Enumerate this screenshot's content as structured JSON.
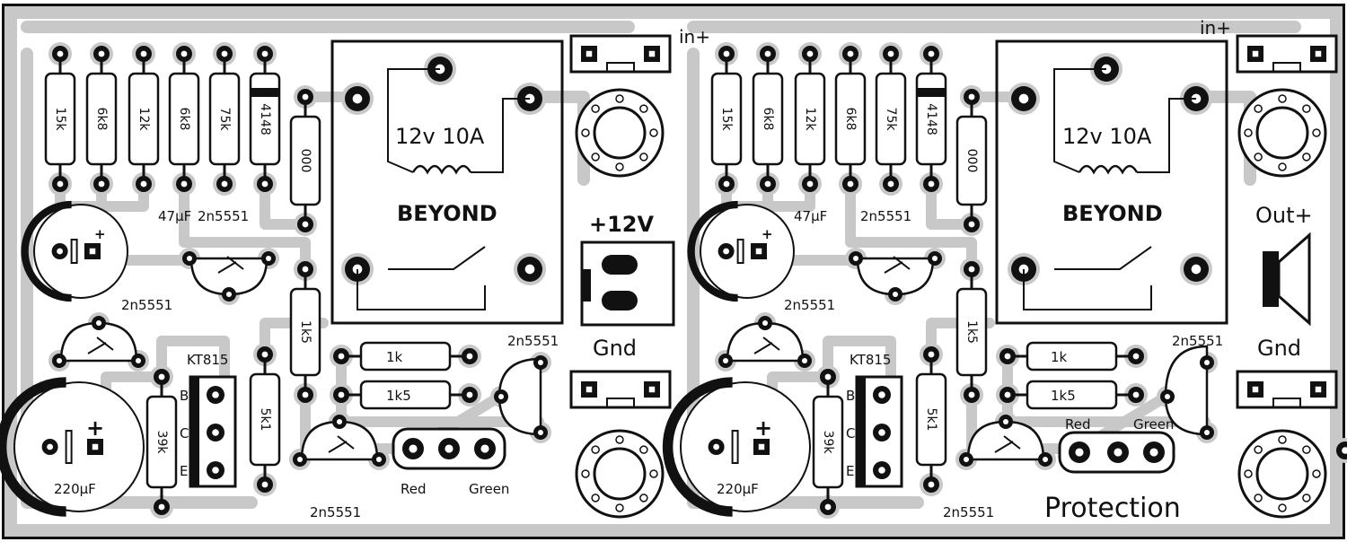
{
  "colors": {
    "track": "#c8c8c8",
    "ink": "#111111",
    "paper": "#ffffff"
  },
  "board": {
    "title": "Protection",
    "supply_label": "+12V",
    "ground_label": "Gnd",
    "input_label": "in+",
    "output_label": "Out+",
    "output_ground_label": "Gnd"
  },
  "modules": [
    {
      "resistors_top": [
        "15k",
        "6k8",
        "12k",
        "6k8",
        "75k"
      ],
      "diode": "4148",
      "resistor_vertical_top": "000",
      "resistor_vertical_mid": "1k5",
      "resistor_h1": "1k",
      "resistor_h2": "1k5",
      "resistor_5k1": "5k1",
      "resistor_39k": "39k",
      "cap_small": "47µF",
      "cap_big": "220µF",
      "plus_sign": "+",
      "relay_rating": "12v 10A",
      "relay_brand": "BEYOND",
      "transistors": [
        "2n5551",
        "2n5551",
        "2n5551",
        "2n5551"
      ],
      "power_transistor": "KT815",
      "pins": [
        "B",
        "C",
        "E"
      ],
      "led_red": "Red",
      "led_green": "Green"
    },
    {
      "resistors_top": [
        "15k",
        "6k8",
        "12k",
        "6k8",
        "75k"
      ],
      "diode": "4148",
      "resistor_vertical_top": "000",
      "resistor_vertical_mid": "1k5",
      "resistor_h1": "1k",
      "resistor_h2": "1k5",
      "resistor_5k1": "5k1",
      "resistor_39k": "39k",
      "cap_small": "47µF",
      "cap_big": "220µF",
      "plus_sign": "+",
      "relay_rating": "12v 10A",
      "relay_brand": "BEYOND",
      "transistors": [
        "2n5551",
        "2n5551",
        "2n5551",
        "2n5551"
      ],
      "power_transistor": "KT815",
      "pins": [
        "B",
        "C",
        "E"
      ],
      "led_red": "Red",
      "led_green": "Green"
    }
  ]
}
